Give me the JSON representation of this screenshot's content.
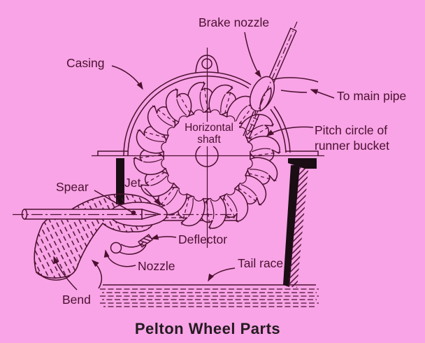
{
  "title": "Pelton Wheel Parts",
  "colors": {
    "background": "#f8a4e6",
    "ink": "#4c1030",
    "title_ink": "#241b21",
    "support": "#1a0d14"
  },
  "labels": {
    "brake_nozzle": "Brake nozzle",
    "casing": "Casing",
    "to_main_pipe": "To main pipe",
    "pitch_circle_line1": "Pitch circle of",
    "pitch_circle_line2": "runner bucket",
    "horizontal_shaft_line1": "Horizontal",
    "horizontal_shaft_line2": "shaft",
    "jet": "Jet",
    "spear": "Spear",
    "deflector": "Deflector",
    "nozzle": "Nozzle",
    "bend": "Bend",
    "tail_race": "Tail race"
  }
}
